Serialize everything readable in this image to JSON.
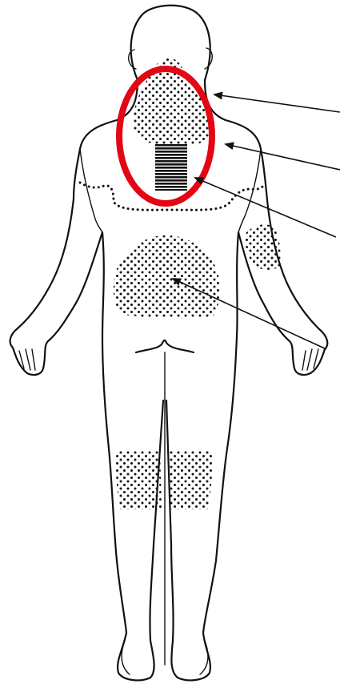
{
  "figure": {
    "subject": "posterior-view-human-body-outline",
    "colors": {
      "outline": "#111111",
      "stipple": "#111111",
      "highlight_ring": "#e30613",
      "background": "#ffffff"
    },
    "regions": [
      {
        "id": "neck-upper-back",
        "pattern": "dotted"
      },
      {
        "id": "upper-thoracic-spine",
        "pattern": "dense-hatched"
      },
      {
        "id": "shoulder-line",
        "pattern": "dotted-line"
      },
      {
        "id": "left-forearm",
        "pattern": "dotted"
      },
      {
        "id": "lower-back",
        "pattern": "dotted"
      },
      {
        "id": "posterior-knees",
        "pattern": "dotted"
      }
    ],
    "highlight": {
      "shape": "ellipse",
      "target": "neck-upper-back"
    },
    "arrows": [
      {
        "id": "arrow-neck"
      },
      {
        "id": "arrow-shoulder"
      },
      {
        "id": "arrow-spine"
      },
      {
        "id": "arrow-lower-back"
      }
    ]
  }
}
